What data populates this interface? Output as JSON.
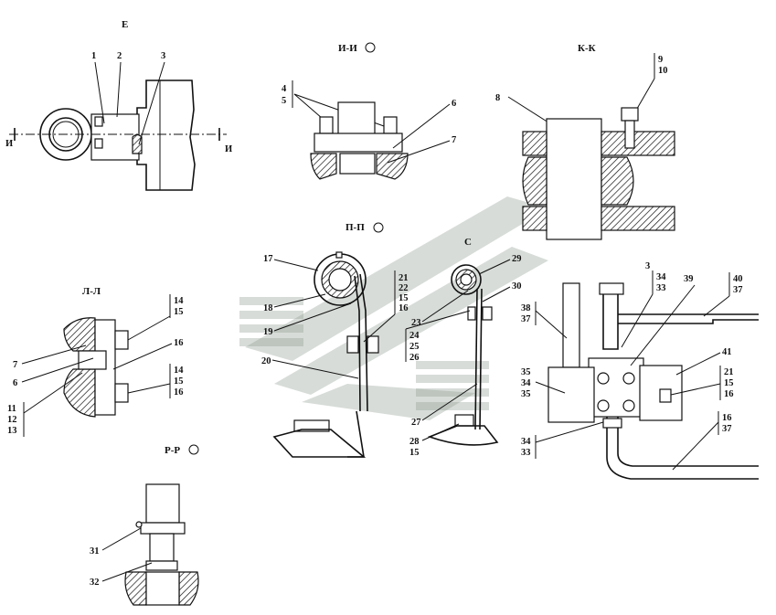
{
  "views": {
    "E": "Е",
    "II": "И-И",
    "KK": "К-К",
    "PP": "П-П",
    "S": "С",
    "LL": "Л-Л",
    "RR": "Р-Р",
    "I_left": "И",
    "I_right": "И"
  },
  "callouts": {
    "c1": "1",
    "c2": "2",
    "c3": "3",
    "c4": "4",
    "c5": "5",
    "c6": "6",
    "c7": "7",
    "c8": "8",
    "c9": "9",
    "c10": "10",
    "c17": "17",
    "c18": "18",
    "c19": "19",
    "c20": "20",
    "c21": "21",
    "c22": "22",
    "c15a": "15",
    "c16a": "16",
    "c29": "29",
    "c30": "30",
    "c23": "23",
    "c24": "24",
    "c25": "25",
    "c26": "26",
    "c27": "27",
    "c28": "28",
    "c15b": "15",
    "c3b": "3",
    "c34a": "34",
    "c33a": "33",
    "c39": "39",
    "c40": "40",
    "c37a": "37",
    "c38": "38",
    "c37b": "37",
    "c41": "41",
    "c35a": "35",
    "c34b": "34",
    "c35b": "35",
    "c21b": "21",
    "c15c": "15",
    "c16b": "16",
    "c34c": "34",
    "c33b": "33",
    "c16c": "16",
    "c37c": "37",
    "c14a": "14",
    "c15d": "15",
    "c7b": "7",
    "c6b": "6",
    "c16d": "16",
    "c14b": "14",
    "c15e": "15",
    "c16e": "16",
    "c11": "11",
    "c12": "12",
    "c13": "13",
    "c31": "31",
    "c32": "32"
  }
}
